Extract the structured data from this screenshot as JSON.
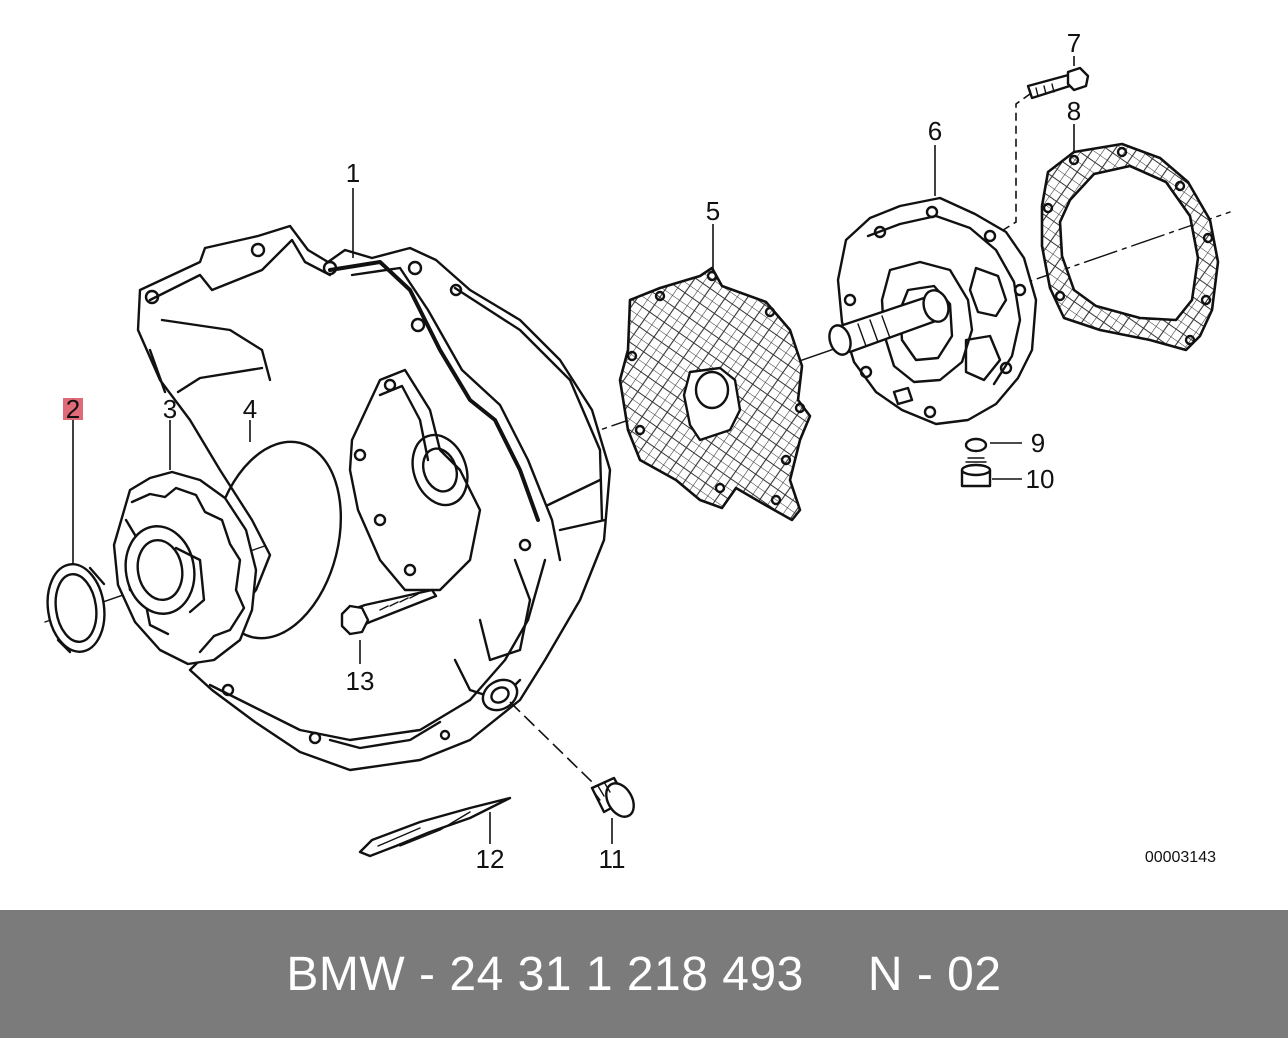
{
  "diagram": {
    "callouts": {
      "c1": "1",
      "c2": "2",
      "c3": "3",
      "c4": "4",
      "c5": "5",
      "c6": "6",
      "c7": "7",
      "c8": "8",
      "c9": "9",
      "c10": "10",
      "c11": "11",
      "c12": "12",
      "c13": "13"
    },
    "highlighted_callout": "2",
    "highlight_color": "#e06a78",
    "diagram_code": "00003143"
  },
  "footer": {
    "part_number": "BMW - 24 31 1 218 493",
    "page_ref": "N - 02",
    "background_color": "#7b7b7b",
    "text_color": "#ffffff"
  }
}
